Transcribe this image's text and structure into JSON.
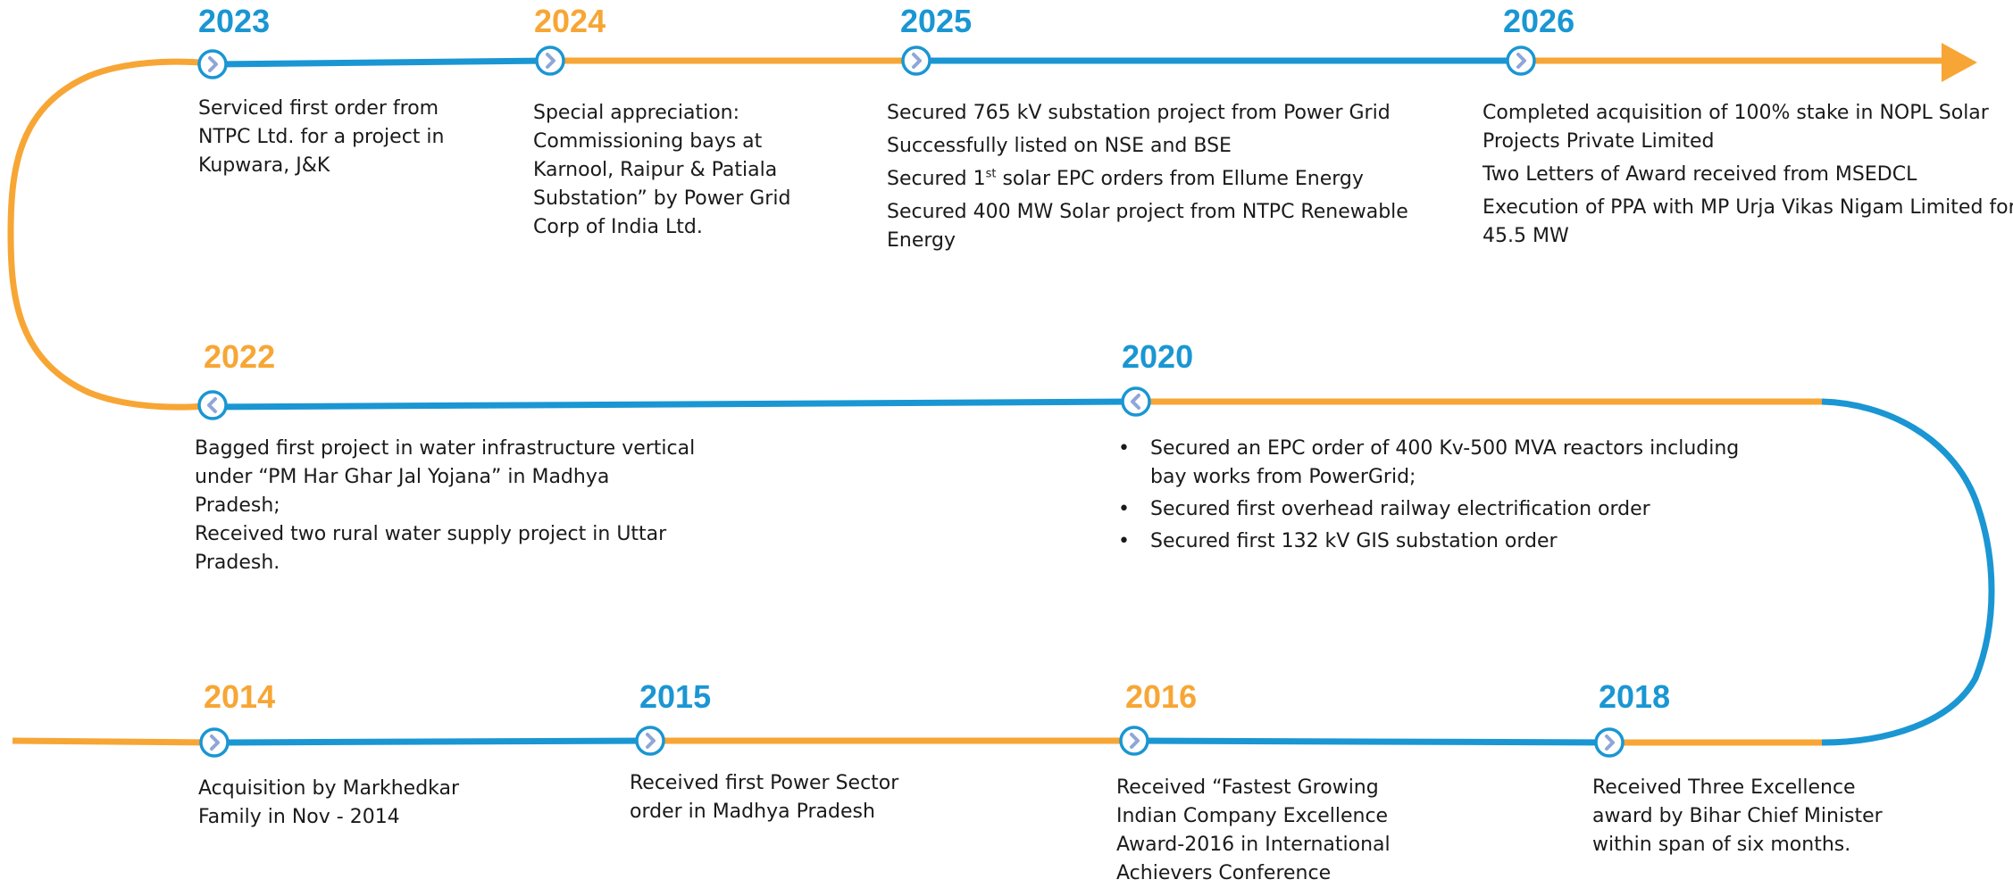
{
  "colors": {
    "blue": "#1a96d3",
    "orange": "#f7a635",
    "marker_chevron": "#8fa6d8"
  },
  "milestones": [
    {
      "id": "2023",
      "year": "2023",
      "year_color": "blue",
      "marker_direction": "right",
      "lines": [
        "Serviced first order from",
        "NTPC Ltd. for a project in",
        "Kupwara, J&K"
      ]
    },
    {
      "id": "2024",
      "year": "2024",
      "year_color": "orange",
      "marker_direction": "right",
      "lines": [
        "Special appreciation:",
        "Commissioning bays at",
        "Karnool, Raipur & Patiala",
        "Substation” by Power Grid",
        "Corp of India Ltd."
      ]
    },
    {
      "id": "2025",
      "year": "2025",
      "year_color": "blue",
      "marker_direction": "right",
      "lines": [
        "Secured 765 kV substation project from Power Grid",
        "Successfully listed on NSE and BSE",
        "Secured 1st solar EPC orders from Ellume Energy",
        "Secured 400 MW Solar project from NTPC Renewable",
        "Energy"
      ]
    },
    {
      "id": "2026",
      "year": "2026",
      "year_color": "blue",
      "marker_direction": "right",
      "lines": [
        "Completed acquisition of 100% stake in NOPL Solar",
        "Projects Private Limited",
        "Two Letters of Award received from MSEDCL",
        "Execution of PPA with MP Urja Vikas Nigam Limited for",
        "45.5 MW"
      ]
    },
    {
      "id": "2022",
      "year": "2022",
      "year_color": "orange",
      "marker_direction": "left",
      "lines": [
        "Bagged first project in water infrastructure vertical",
        "under “PM Har Ghar Jal Yojana” in Madhya",
        "Pradesh;",
        "Received two rural water supply project in Uttar",
        "Pradesh."
      ]
    },
    {
      "id": "2020",
      "year": "2020",
      "year_color": "blue",
      "marker_direction": "left",
      "bullet": "•",
      "bullets": [
        [
          "Secured an EPC order of 400 Kv-500 MVA reactors including",
          "bay works from PowerGrid;"
        ],
        [
          "Secured first overhead railway electrification order"
        ],
        [
          "Secured first 132 kV GIS substation order"
        ]
      ]
    },
    {
      "id": "2014",
      "year": "2014",
      "year_color": "orange",
      "marker_direction": "right",
      "lines": [
        "Acquisition by Markhedkar",
        "Family in Nov - 2014"
      ]
    },
    {
      "id": "2015",
      "year": "2015",
      "year_color": "blue",
      "marker_direction": "right",
      "lines": [
        "Received first Power Sector",
        "order in Madhya Pradesh"
      ]
    },
    {
      "id": "2016",
      "year": "2016",
      "year_color": "orange",
      "marker_direction": "right",
      "lines": [
        "Received “Fastest Growing",
        "Indian Company Excellence",
        "Award-2016 in International",
        "Achievers Conference"
      ]
    },
    {
      "id": "2018",
      "year": "2018",
      "year_color": "blue",
      "marker_direction": "right",
      "lines": [
        "Received Three Excellence",
        "award by Bihar Chief Minister",
        "within span of six months."
      ]
    }
  ]
}
